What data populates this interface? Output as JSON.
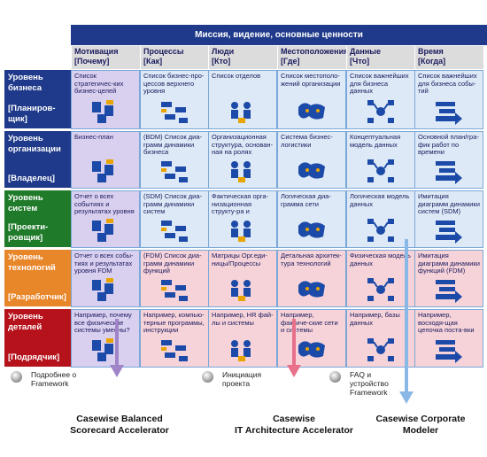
{
  "header": {
    "title": "Миссия, видение, основные ценности"
  },
  "columns": [
    {
      "title": "Мотивация",
      "sub": "[Почему]"
    },
    {
      "title": "Процессы",
      "sub": "[Как]"
    },
    {
      "title": "Люди",
      "sub": "[Кто]"
    },
    {
      "title": "Местоположения",
      "sub": "[Где]"
    },
    {
      "title": "Данные",
      "sub": "[Что]"
    },
    {
      "title": "Время",
      "sub": "[Когда]"
    }
  ],
  "rows": [
    {
      "title": "Уровень бизнеса",
      "role": "[Планиров-щик]",
      "color": "#1f3a8a",
      "cells": [
        "Список стратегичес-ких бизнес-целей",
        "Список бизнес-про-цессов верхнего уровня",
        "Список отделов",
        "Список местополо-жений организации",
        "Список важнейших для бизнеса данных",
        "Список важнейших для бизнеса собы-тий"
      ]
    },
    {
      "title": "Уровень организации",
      "role": "[Владелец]",
      "color": "#1f3a8a",
      "cells": [
        "Бизнес-план",
        "(BDM) Список диа-грамм динамики бизнеса",
        "Организационная структура, основан-ная на ролях",
        "Система бизнес-логистики",
        "Концептуальная модель данных",
        "Основной план/гра-фик работ по времени"
      ]
    },
    {
      "title": "Уровень систем",
      "role": "[Проекти-ровщик]",
      "color": "#1f7a2a",
      "cells": [
        "Отчет о всех событиях и результатах уровня SDM",
        "(SDM) Список диа-грамм динамики систем",
        "Фактическая орга-низационная структу-ра и матрицы",
        "Логическая диа-грамма сети",
        "Логическая модель данных",
        "Имитация диаграмм динамики систем (SDM)"
      ]
    },
    {
      "title": "Уровень технологий",
      "role": "[Разработчик]",
      "color": "#e8862a",
      "cells": [
        "Отчет о всех собы-тиях и результатах уровня FDM",
        "(FDM) Список диа-грамм динамики функций",
        "Матрицы Орг.еди-ницы/Процессы",
        "Детальная архитек-тура технологий",
        "Физическая модель данных",
        "Имитация диаграмм динамики функций (FDM)"
      ]
    },
    {
      "title": "Уровень деталей",
      "role": "[Подрядчик]",
      "color": "#b5121b",
      "cells": [
        "Например, почему все физические системы умеены?",
        "Например, компью-терные программы, инструкции",
        "Например, HR фай-лы и системы",
        "Например, фактиче-ские сети и системы",
        "Например, базы данных",
        "Например, восходя-щая цепочка поста-вки"
      ]
    }
  ],
  "legend": [
    {
      "text": "Подробнее о Framework"
    },
    {
      "text": "Инициация проекта"
    },
    {
      "text": "FAQ и устройство Framework"
    }
  ],
  "products": [
    {
      "line1": "Casewise Balanced",
      "line2": "Scorecard Accelerator"
    },
    {
      "line1": "Casewise",
      "line2": "IT Architecture Accelerator"
    },
    {
      "line1": "Casewise Corporate",
      "line2": "Modeler"
    }
  ],
  "colors": {
    "header": "#1f3a8a",
    "arrow_purple": "#a085c8",
    "arrow_pink": "#e8708a",
    "arrow_blue": "#8ab8e6",
    "icon": "#1c4aa8",
    "icon_accent": "#e8a400"
  }
}
